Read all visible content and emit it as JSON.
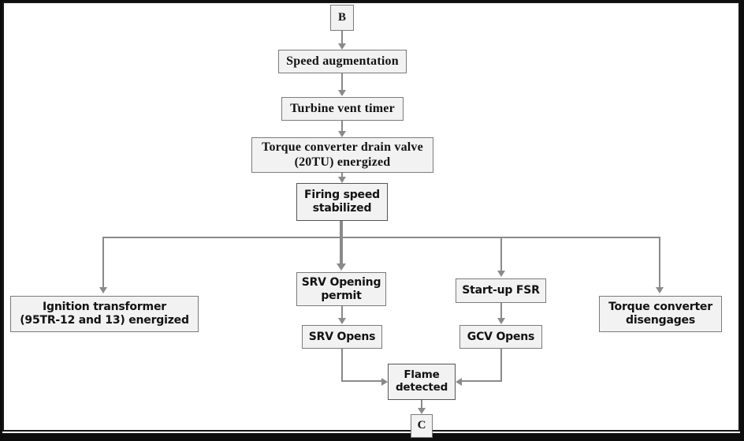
{
  "diagram": {
    "title": "Gas turbine start-up sequence flowchart (segment B to C)",
    "colors": {
      "node_fill": "#f2f2f2",
      "node_border": "#7b7b7b",
      "connector": "#8a8a8a",
      "frame": "#0d0d0d",
      "text": "#121212"
    },
    "nodes": {
      "entry_connector": "B",
      "speed_augmentation": "Speed augmentation",
      "turbine_vent_timer": "Turbine vent timer",
      "torque_converter_drain_valve": "Torque converter drain valve\n(20TU) energized",
      "firing_speed_stabilized": "Firing speed\nstabilized",
      "ignition_transformer": "Ignition transformer\n(95TR-12 and 13) energized",
      "srv_opening_permit": "SRV Opening\npermit",
      "srv_opens": "SRV Opens",
      "startup_fsr": "Start-up FSR",
      "gcv_opens": "GCV Opens",
      "torque_converter_disengages": "Torque converter\ndisengages",
      "flame_detected": "Flame\ndetected",
      "exit_connector": "C"
    },
    "edges": [
      {
        "from": "B",
        "to": "Speed augmentation"
      },
      {
        "from": "Speed augmentation",
        "to": "Turbine vent timer"
      },
      {
        "from": "Turbine vent timer",
        "to": "Torque converter drain valve (20TU) energized"
      },
      {
        "from": "Torque converter drain valve (20TU) energized",
        "to": "Firing speed stabilized"
      },
      {
        "from": "Firing speed stabilized",
        "to": "Ignition transformer (95TR-12 and 13) energized"
      },
      {
        "from": "Firing speed stabilized",
        "to": "SRV Opening permit"
      },
      {
        "from": "Firing speed stabilized",
        "to": "Start-up FSR"
      },
      {
        "from": "Firing speed stabilized",
        "to": "Torque converter disengages"
      },
      {
        "from": "SRV Opening permit",
        "to": "SRV Opens"
      },
      {
        "from": "Start-up FSR",
        "to": "GCV Opens"
      },
      {
        "from": "SRV Opens",
        "to": "Flame detected"
      },
      {
        "from": "GCV Opens",
        "to": "Flame detected"
      },
      {
        "from": "Flame detected",
        "to": "C"
      }
    ]
  }
}
